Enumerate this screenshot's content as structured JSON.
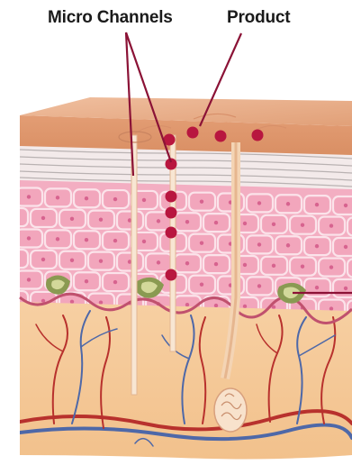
{
  "labels": {
    "micro_channels": "Micro Channels",
    "product": "Product"
  },
  "colors": {
    "surface_top": "#eab08e",
    "surface_front": "#e7a37a",
    "stratum_lines": "#c8c4c4",
    "epidermis_cells": "#f2a6bc",
    "cell_outline": "#fbe3ea",
    "cell_nucleus": "#d7638f",
    "basal_line": "#c0516e",
    "melanocyte": "#8a9a52",
    "dermis": "#f6cb9b",
    "artery": "#b8312d",
    "vein": "#4e68a8",
    "product_dot": "#b8163f",
    "pointer_line": "#8b1236",
    "hair": "#f0c69d"
  },
  "icons": {
    "follicle": "hair-follicle-bulb",
    "dots": "product-particle"
  }
}
